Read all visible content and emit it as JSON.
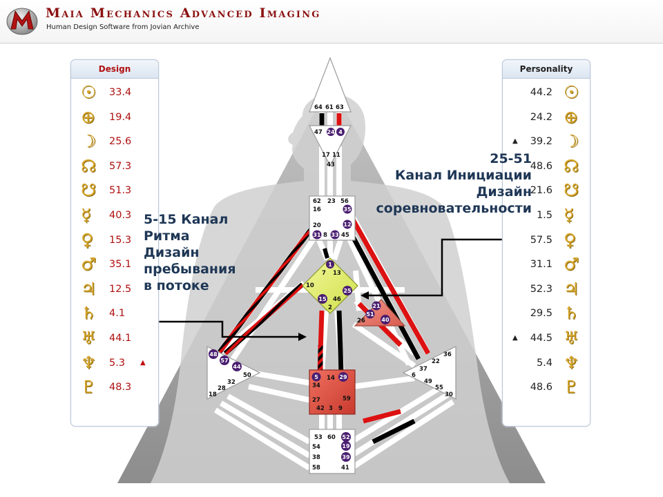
{
  "app": {
    "title": "Maia Mechanics Advanced Imaging",
    "subtitle": "Human Design Software from Jovian Archive"
  },
  "design": {
    "title": "Design",
    "rows": [
      {
        "glyph": "sun-icon",
        "value": "33.4"
      },
      {
        "glyph": "earth-icon",
        "value": "19.4"
      },
      {
        "glyph": "moon-icon",
        "value": "25.6"
      },
      {
        "glyph": "north-node-icon",
        "value": "57.3"
      },
      {
        "glyph": "south-node-icon",
        "value": "51.3"
      },
      {
        "glyph": "mercury-icon",
        "value": "40.3"
      },
      {
        "glyph": "venus-icon",
        "value": "15.3"
      },
      {
        "glyph": "mars-icon",
        "value": "35.1"
      },
      {
        "glyph": "jupiter-icon",
        "value": "12.5"
      },
      {
        "glyph": "saturn-icon",
        "value": "4.1"
      },
      {
        "glyph": "uranus-icon",
        "value": "44.1"
      },
      {
        "glyph": "neptune-icon",
        "value": "5.3",
        "mark": "▲"
      },
      {
        "glyph": "pluto-icon",
        "value": "48.3"
      }
    ]
  },
  "personality": {
    "title": "Personality",
    "rows": [
      {
        "glyph": "sun-icon",
        "value": "44.2"
      },
      {
        "glyph": "earth-icon",
        "value": "24.2"
      },
      {
        "glyph": "moon-icon",
        "value": "39.2",
        "mark": "▲"
      },
      {
        "glyph": "north-node-icon",
        "value": "48.6"
      },
      {
        "glyph": "south-node-icon",
        "value": "21.6"
      },
      {
        "glyph": "mercury-icon",
        "value": "1.5"
      },
      {
        "glyph": "venus-icon",
        "value": "57.5"
      },
      {
        "glyph": "mars-icon",
        "value": "31.1"
      },
      {
        "glyph": "jupiter-icon",
        "value": "52.3"
      },
      {
        "glyph": "saturn-icon",
        "value": "29.5"
      },
      {
        "glyph": "uranus-icon",
        "value": "44.5",
        "mark": "▲"
      },
      {
        "glyph": "neptune-icon",
        "value": "5.4"
      },
      {
        "glyph": "pluto-icon",
        "value": "48.6"
      }
    ]
  },
  "glyphs": {
    "sun-icon": "☉",
    "earth-icon": "⊕",
    "moon-icon": "☽",
    "north-node-icon": "☊",
    "south-node-icon": "☋",
    "mercury-icon": "☿",
    "venus-icon": "♀",
    "mars-icon": "♂",
    "jupiter-icon": "♃",
    "saturn-icon": "♄",
    "uranus-icon": "♅",
    "neptune-icon": "♆",
    "pluto-icon": "♇"
  },
  "colors": {
    "design": "#b01010",
    "personality": "#222222",
    "planet": "#d6a62c",
    "activation": "#5a2a7a",
    "g_center": "#e8f07a",
    "sacral": "#e8584c",
    "ego": "#e8786c"
  },
  "callouts": {
    "left": [
      "5-15 Канал",
      "Ритма",
      "Дизайн",
      "пребывания",
      "в потоке"
    ],
    "right": [
      "25-51",
      "Канал Инициации",
      "Дизайн",
      "соревновательности"
    ]
  },
  "gates": {
    "head": [
      "64",
      "61",
      "63"
    ],
    "ajna": [
      "47",
      "24",
      "4",
      "17",
      "11",
      "43"
    ],
    "throat": [
      "62",
      "23",
      "56",
      "16",
      "35",
      "20",
      "12",
      "31",
      "8",
      "33",
      "45"
    ],
    "g": [
      "1",
      "7",
      "13",
      "10",
      "25",
      "15",
      "46",
      "2"
    ],
    "ego": [
      "21",
      "51",
      "26",
      "40"
    ],
    "spleen": [
      "48",
      "57",
      "44",
      "50",
      "32",
      "28",
      "18"
    ],
    "solar_plexus": [
      "36",
      "22",
      "37",
      "6",
      "49",
      "55",
      "30"
    ],
    "sacral": [
      "5",
      "14",
      "29",
      "34",
      "27",
      "59",
      "42",
      "3",
      "9"
    ],
    "root": [
      "53",
      "60",
      "52",
      "54",
      "19",
      "38",
      "39",
      "58",
      "41"
    ]
  }
}
